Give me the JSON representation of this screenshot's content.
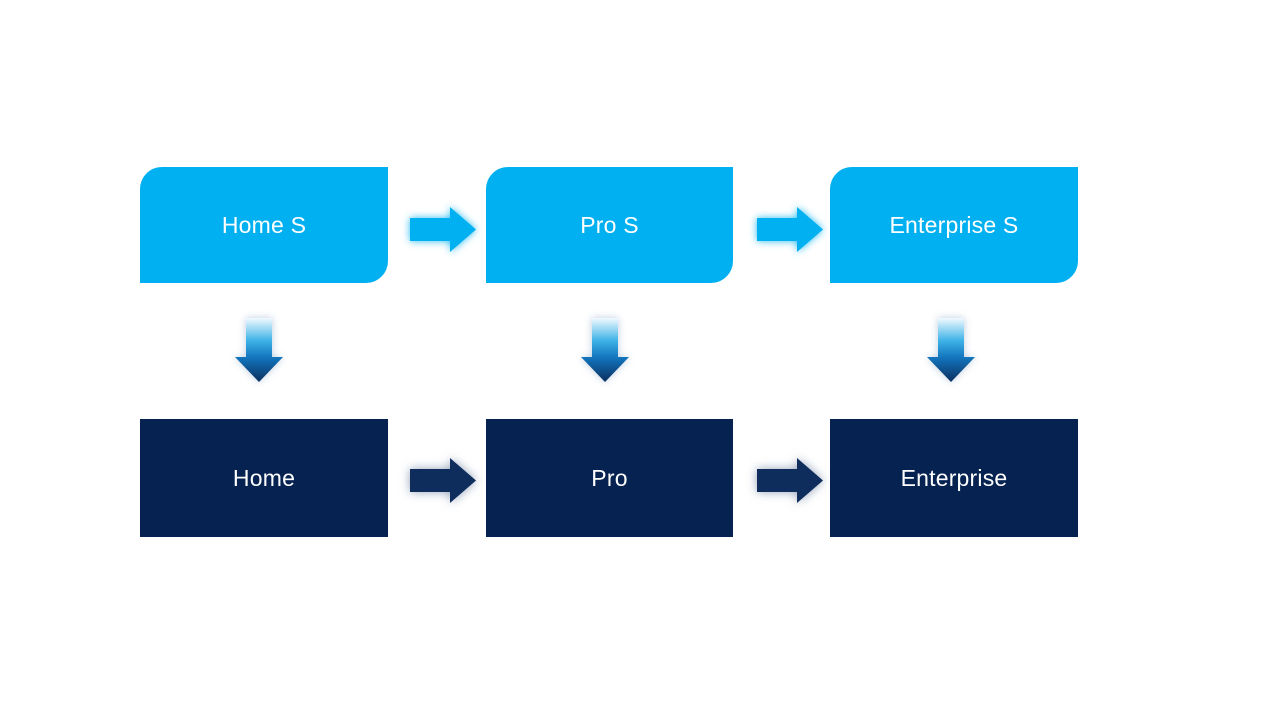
{
  "slide": {
    "columns": [
      {
        "top_label": "Home S",
        "bottom_label": "Home"
      },
      {
        "top_label": "Pro S",
        "bottom_label": "Pro"
      },
      {
        "top_label": "Enterprise S",
        "bottom_label": "Enterprise"
      }
    ],
    "colors": {
      "background": "#ffffff",
      "top_box_fill": "#00b0f0",
      "bottom_box_fill": "#052250",
      "top_arrow_fill": "#00b0f0",
      "bottom_arrow_fill": "#0f2d5c",
      "label_text": "#ffffff",
      "down_arrow_gradient": [
        "#f2fafe",
        "#3fb3e8",
        "#1274bd",
        "#0a2f5e"
      ]
    },
    "icons": {
      "right_arrow": "right-arrow-icon",
      "down_arrow": "down-arrow-icon"
    }
  }
}
